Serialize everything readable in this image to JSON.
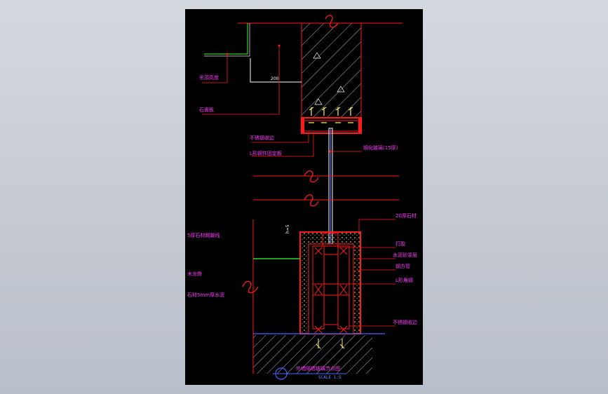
{
  "drawing": {
    "title": "外墙隔墙玻璃节点图",
    "scale": "SCALE 1:5",
    "labels": {
      "top_left_1": "吊顶高度",
      "top_left_2": "石膏板",
      "top_dim": "200",
      "glass_edge_top": "不锈钢收边",
      "angle_bracket": "L形钢件固定板",
      "glass_spec": "钢化玻璃(15厚)",
      "stone_cap": "20厚石材",
      "sealant": "打胶",
      "mortar": "水泥砂浆层",
      "steel_tube": "钢方管",
      "angle_steel": "L形角钢",
      "glass_edge_bottom": "不锈钢收边",
      "left_1": "5厚石材踢脚线",
      "left_2": "木龙骨",
      "left_3": "石材5mm厚水泥",
      "dim_small": "h=5"
    }
  },
  "colors": {
    "canvas_bg": "#000000",
    "frame_bg": "#c8ccd4",
    "line_red": "#ff1a1a",
    "label_magenta": "#ff33ff",
    "line_white": "#ffffff",
    "line_green": "#33ff33",
    "line_blue": "#4466ff",
    "bolt_yellow": "#ffee55",
    "hatch_brown": "#cc6633"
  }
}
